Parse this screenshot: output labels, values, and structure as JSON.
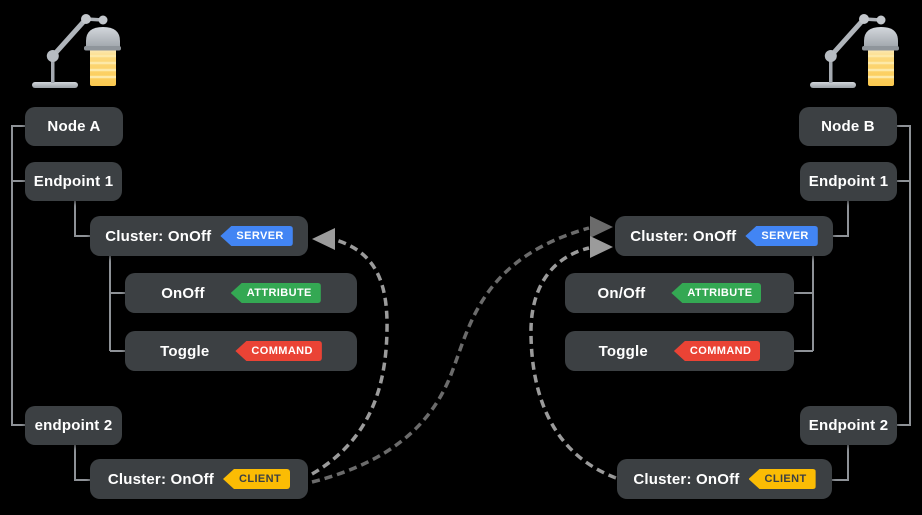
{
  "diagram": {
    "background": "#000000",
    "colors": {
      "box": "#3c4043",
      "box_text": "#ffffff",
      "tree_connector": "#8e9297",
      "flow_light": "#9b9b9b",
      "flow_dark": "#6b6b6b",
      "badge_server": "#4285f4",
      "badge_attribute": "#34a853",
      "badge_command": "#ea4335",
      "badge_client": "#fbbc04",
      "badge_client_text": "#3c4043",
      "lamp_metal": "#b9bec6",
      "lamp_bulb": "#fcd06c"
    },
    "icons": {
      "node_a": "lamp-icon",
      "node_b": "lamp-icon"
    },
    "nodes": [
      {
        "title": "Node A",
        "endpoint_1": "Endpoint 1",
        "server_cluster": "Cluster: OnOff",
        "server_badge": "SERVER",
        "attribute_label": "OnOff",
        "attribute_badge": "ATTRIBUTE",
        "command_label": "Toggle",
        "command_badge": "COMMAND",
        "endpoint_2": "endpoint 2",
        "client_cluster": "Cluster: OnOff",
        "client_badge": "CLIENT"
      },
      {
        "title": "Node B",
        "endpoint_1": "Endpoint 1",
        "server_cluster": "Cluster: OnOff",
        "server_badge": "SERVER",
        "attribute_label": "On/Off",
        "attribute_badge": "ATTRIBUTE",
        "command_label": "Toggle",
        "command_badge": "COMMAND",
        "endpoint_2": "Endpoint 2",
        "client_cluster": "Cluster: OnOff",
        "client_badge": "CLIENT"
      }
    ],
    "flows": [
      {
        "from": "node-a-client-cluster",
        "to": "node-a-server-cluster",
        "style": "light"
      },
      {
        "from": "node-a-client-cluster",
        "to": "node-b-server-cluster",
        "style": "dark"
      },
      {
        "from": "node-b-client-cluster",
        "to": "node-b-server-cluster",
        "style": "light"
      }
    ]
  }
}
